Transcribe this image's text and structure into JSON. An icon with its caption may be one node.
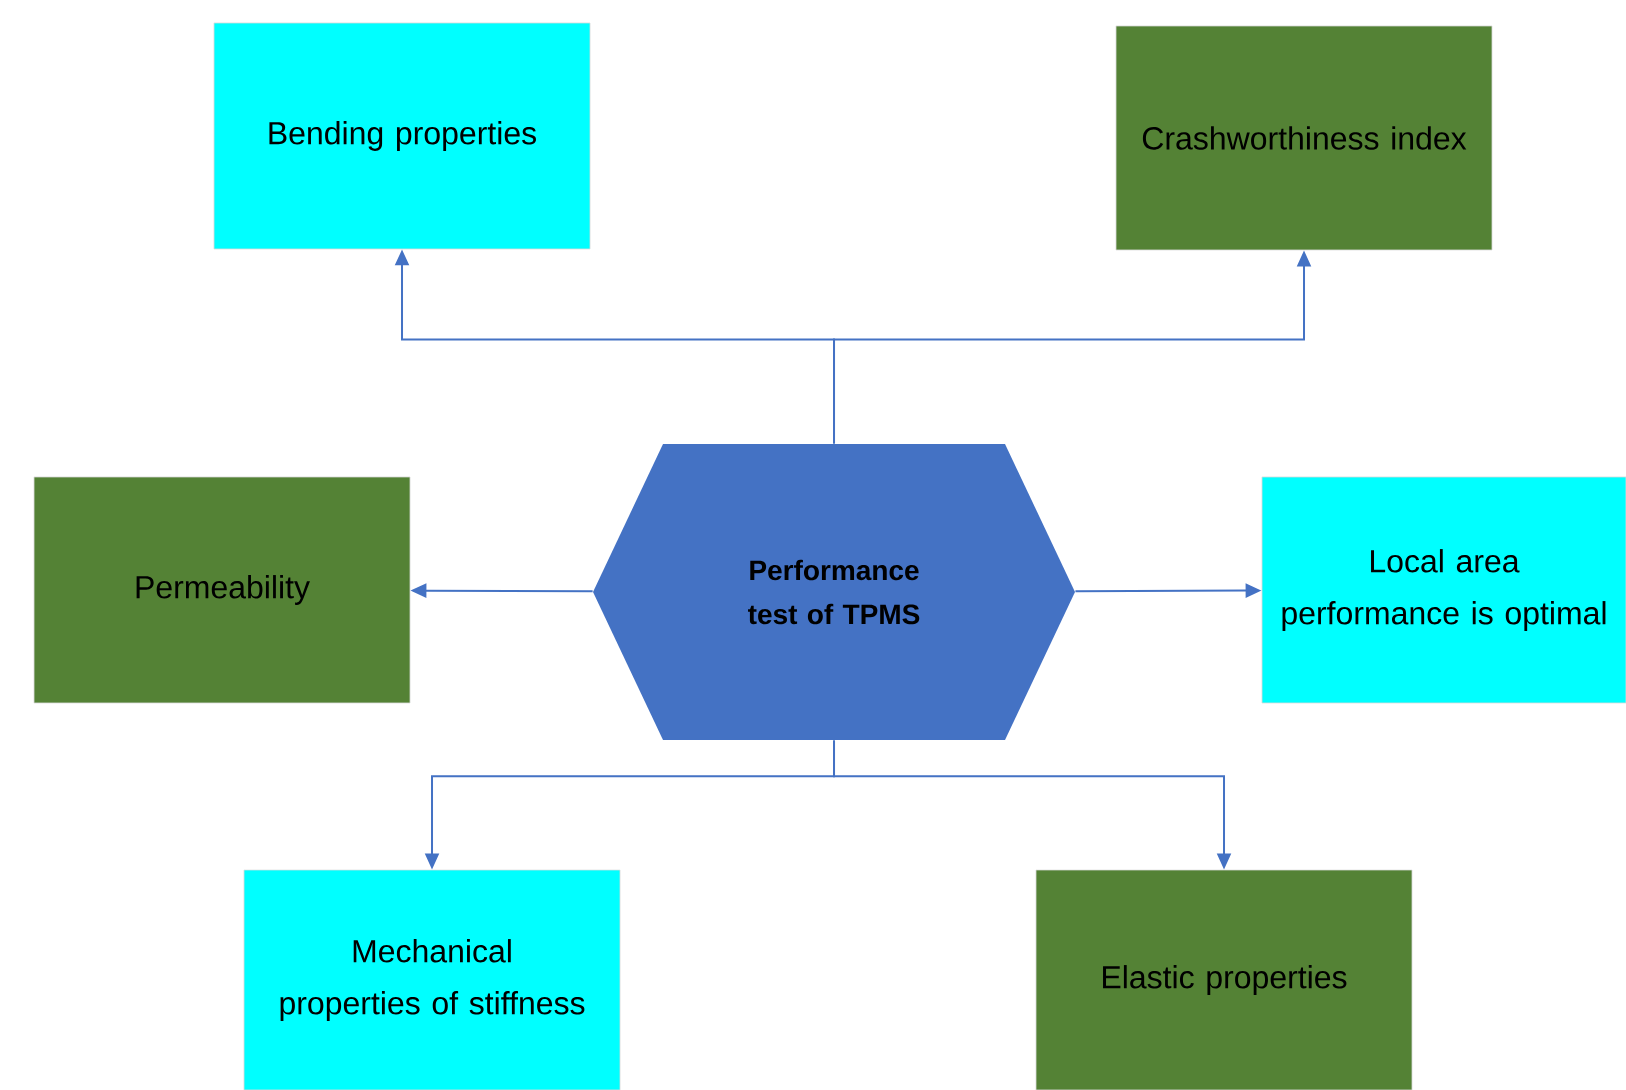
{
  "diagram": {
    "nodes": [
      {
        "text": [
          "Bending properties"
        ]
      },
      {
        "text": [
          "Crashworthiness index"
        ]
      },
      {
        "text": [
          "Permeability"
        ]
      },
      {
        "text": [
          "Performance test of TPMS"
        ]
      },
      {
        "text": [
          "Local area performance is optimal"
        ]
      },
      {
        "text": [
          "Mechanical properties of stiffness"
        ]
      },
      {
        "text": [
          "Elastic properties"
        ]
      }
    ],
    "edges": [
      {
        "from": 3,
        "to": 0,
        "arrow": "to"
      },
      {
        "from": 3,
        "to": 1,
        "arrow": "to"
      },
      {
        "from": 3,
        "to": 2,
        "arrow": "to"
      },
      {
        "from": 3,
        "to": 4,
        "arrow": "to"
      },
      {
        "from": 3,
        "to": 5,
        "arrow": "to"
      },
      {
        "from": 3,
        "to": 6,
        "arrow": "to"
      }
    ]
  }
}
